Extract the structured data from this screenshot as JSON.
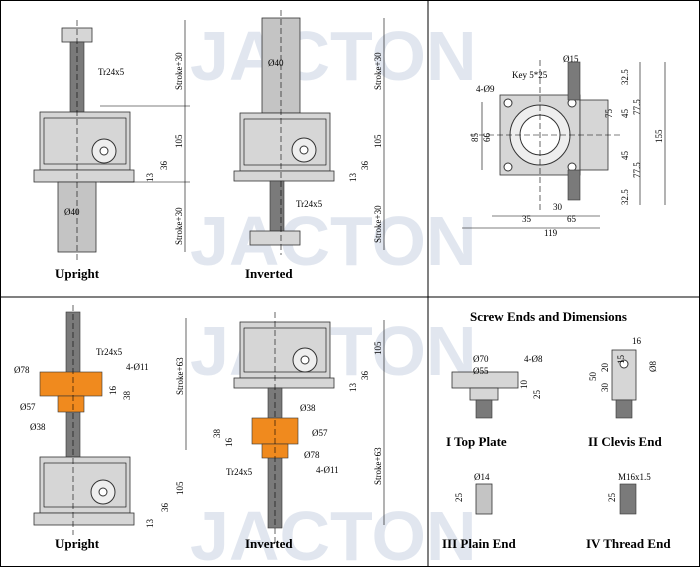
{
  "panels": {
    "tl": {
      "upright": {
        "label": "Upright",
        "thread": "Tr24x5",
        "dia": "Ø40",
        "stroke1": "Stroke+30",
        "stroke2": "Stroke+30",
        "d105": "105",
        "d36": "36",
        "d13": "13"
      },
      "inverted": {
        "label": "Inverted",
        "thread": "Tr24x5",
        "dia": "Ø40",
        "stroke1": "Stroke+30",
        "stroke2": "Stroke+30",
        "d105": "105",
        "d36": "36",
        "d13": "13"
      }
    },
    "tr": {
      "key": "Key 5*25",
      "d15": "Ø15",
      "holes": "4-Ø9",
      "h85": "85",
      "h66": "66",
      "d32a": "32.5",
      "d77a": "77.5",
      "d45a": "45",
      "d45b": "45",
      "d77b": "77.5",
      "d32b": "32.5",
      "d155": "155",
      "d75": "75",
      "d30": "30",
      "d35": "35",
      "d65": "65",
      "d119": "119"
    },
    "bl": {
      "upright": {
        "label": "Upright",
        "thread": "Tr24x5",
        "holes": "4-Ø11",
        "d78": "Ø78",
        "d57": "Ø57",
        "d38": "Ø38",
        "h38": "38",
        "h16": "16",
        "stroke": "Stroke+63",
        "d105": "105",
        "d36": "36",
        "d13": "13"
      },
      "inverted": {
        "label": "Inverted",
        "thread": "Tr24x5",
        "holes": "4-Ø11",
        "d78": "Ø78",
        "d57": "Ø57",
        "d38": "Ø38",
        "h38": "38",
        "h16": "16",
        "stroke": "Stroke+63",
        "d105": "105",
        "d36": "36",
        "d13": "13"
      }
    },
    "br": {
      "title": "Screw Ends and Dimensions",
      "top_plate": {
        "label": "I  Top Plate",
        "d70": "Ø70",
        "d55": "Ø55",
        "holes": "4-Ø8",
        "h10": "10",
        "h25": "25"
      },
      "clevis": {
        "label": "II  Clevis End",
        "d16": "16",
        "d15": "15",
        "d50": "50",
        "d30": "30",
        "d20": "20",
        "d8": "Ø8"
      },
      "plain": {
        "label": "III  Plain End",
        "d14": "Ø14",
        "h25": "25"
      },
      "thread_end": {
        "label": "IV  Thread End",
        "m16": "M16x1.5",
        "h25": "25"
      }
    }
  },
  "watermark": "JACTON",
  "colors": {
    "nut": "#f08a1e",
    "watermark": "#c9d3e3"
  }
}
